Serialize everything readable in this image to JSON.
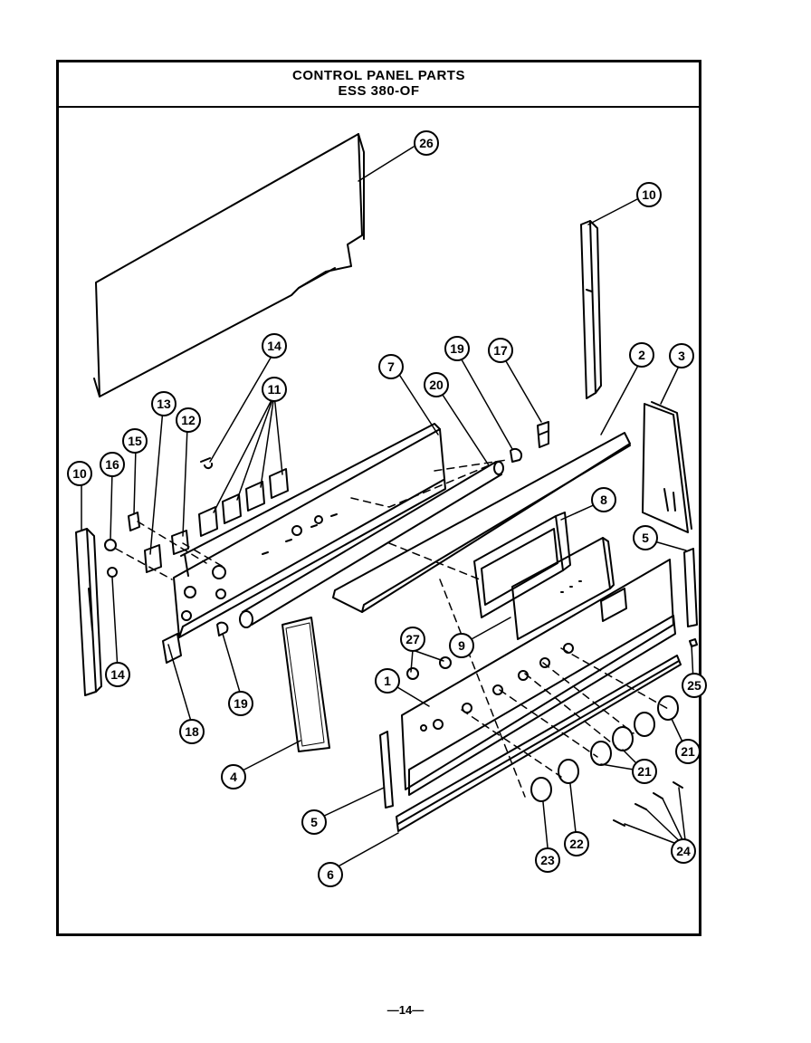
{
  "header": {
    "title": "CONTROL PANEL PARTS",
    "subtitle": "ESS 380-OF"
  },
  "page_number": "—14—",
  "callouts": {
    "c1": "1",
    "c2": "2",
    "c3": "3",
    "c4": "4",
    "c5a": "5",
    "c5b": "5",
    "c6": "6",
    "c7": "7",
    "c8": "8",
    "c9": "9",
    "c10a": "10",
    "c10b": "10",
    "c11": "11",
    "c12": "12",
    "c13": "13",
    "c14a": "14",
    "c14b": "14",
    "c15": "15",
    "c16": "16",
    "c17": "17",
    "c18": "18",
    "c19a": "19",
    "c19b": "19",
    "c20": "20",
    "c21a": "21",
    "c21b": "21",
    "c22": "22",
    "c23": "23",
    "c24": "24",
    "c25": "25",
    "c26": "26",
    "c27": "27"
  }
}
